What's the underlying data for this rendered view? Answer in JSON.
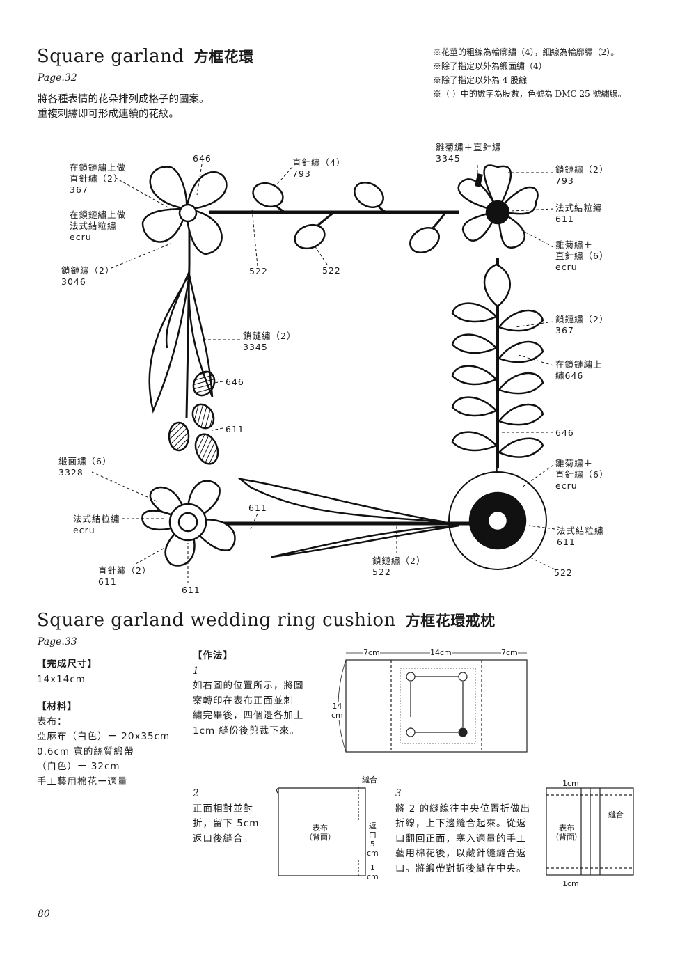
{
  "section1": {
    "title": "Square garland",
    "title_zh": "方框花環",
    "page_ref": "Page.32",
    "intro": [
      "將各種表情的花朵排列成格子的圖案。",
      "重複刺繡即可形成連續的花紋。"
    ],
    "notes": [
      "※花莖的粗線為輪廓繡（4），細線為輪廓繡（2）。",
      "※除了指定以外為緞面繡（4）",
      "※除了指定以外為 4 股線",
      "※（ ）中的數字為股數，色號為 DMC 25 號繡線。"
    ],
    "labels": [
      "646",
      "在鎖鏈繡上做\n直針繡（2）\n367",
      "直針繡（4）\n793",
      "雛菊繡＋直針繡\n3345",
      "鎖鏈繡（2）\n793",
      "在鎖鏈繡上做\n法式結粒繡\necru",
      "法式結粒繡\n611",
      "雛菊繡＋\n直針繡（6）\necru",
      "鎖鏈繡（2）\n3046",
      "522",
      "522",
      "鎖鏈繡（2）\n367",
      "鎖鏈繡（2）\n3345",
      "在鎖鏈繡上\n繡646",
      "646",
      "611",
      "646",
      "緞面繡（6）\n3328",
      "雛菊繡＋\n直針繡（6）\necru",
      "611",
      "法式結粒繡\necru",
      "法式結粒繡\n611",
      "鎖鏈繡（2）\n522",
      "直針繡（2）\n611",
      "522",
      "611"
    ]
  },
  "section2": {
    "title": "Square garland wedding ring cushion",
    "title_zh": "方框花環戒枕",
    "page_ref": "Page.33",
    "size_heading": "【完成尺寸】",
    "size": "14x14cm",
    "materials_heading": "【材料】",
    "materials": "表布：\n亞麻布（白色）ー 20x35cm\n0.6cm 寬的絲質緞帶\n（白色）ー 32cm\n手工藝用棉花ー適量",
    "method_heading": "【作法】",
    "steps": [
      {
        "num": "1",
        "text": "如右圖的位置所示，將圖\n案轉印在表布正面並刺\n繡完畢後，四個邊各加上\n1cm 縫份後剪裁下來。"
      },
      {
        "num": "2",
        "text": "正面相對並對\n折，留下 5cm\n返口後縫合。"
      },
      {
        "num": "3",
        "text": "將 2 的縫線往中央位置折做出\n折線，上下邊縫合起來。從返\n口翻回正面，塞入適量的手工\n藝用棉花後，以藏針縫縫合返\n口。將緞帶對折後縫在中央。"
      }
    ],
    "diagram1": {
      "dims": [
        "7cm",
        "14cm",
        "7cm"
      ],
      "height": "14\ncm"
    },
    "diagram2": {
      "seam": "縫合",
      "fabric": "表布\n（背面）",
      "opening": "返\n口\n5\ncm",
      "margin": "1\ncm"
    },
    "diagram3": {
      "top": "1cm",
      "bottom": "1cm",
      "seam": "縫合",
      "fabric": "表布\n（背面）"
    }
  },
  "page_number": "80"
}
